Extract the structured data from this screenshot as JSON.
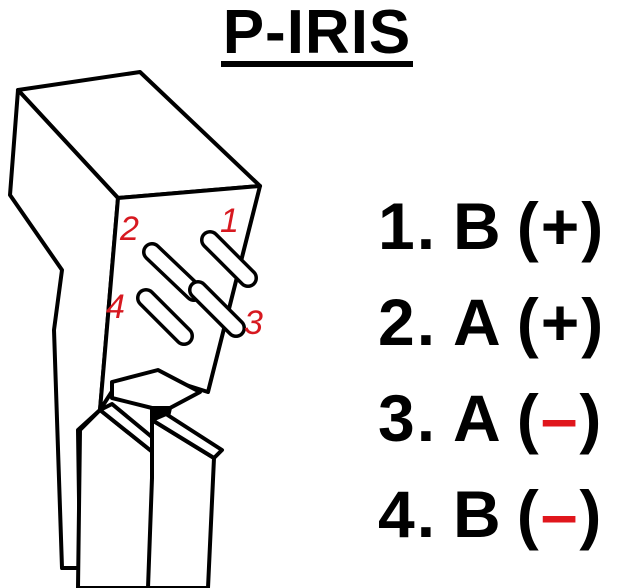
{
  "title": "P-IRIS",
  "colors": {
    "accent_red": "#d71920",
    "ink": "#000000"
  },
  "connector": {
    "pin_labels": [
      "1",
      "2",
      "3",
      "4"
    ]
  },
  "pinout": [
    {
      "number": "1.",
      "signal": "B",
      "open": "(",
      "symbol": "+",
      "close": ")",
      "polarity": "positive"
    },
    {
      "number": "2.",
      "signal": "A",
      "open": "(",
      "symbol": "+",
      "close": ")",
      "polarity": "positive"
    },
    {
      "number": "3.",
      "signal": "A",
      "open": "(",
      "symbol": "–",
      "close": ")",
      "polarity": "negative"
    },
    {
      "number": "4.",
      "signal": "B",
      "open": "(",
      "symbol": "–",
      "close": ")",
      "polarity": "negative"
    }
  ]
}
